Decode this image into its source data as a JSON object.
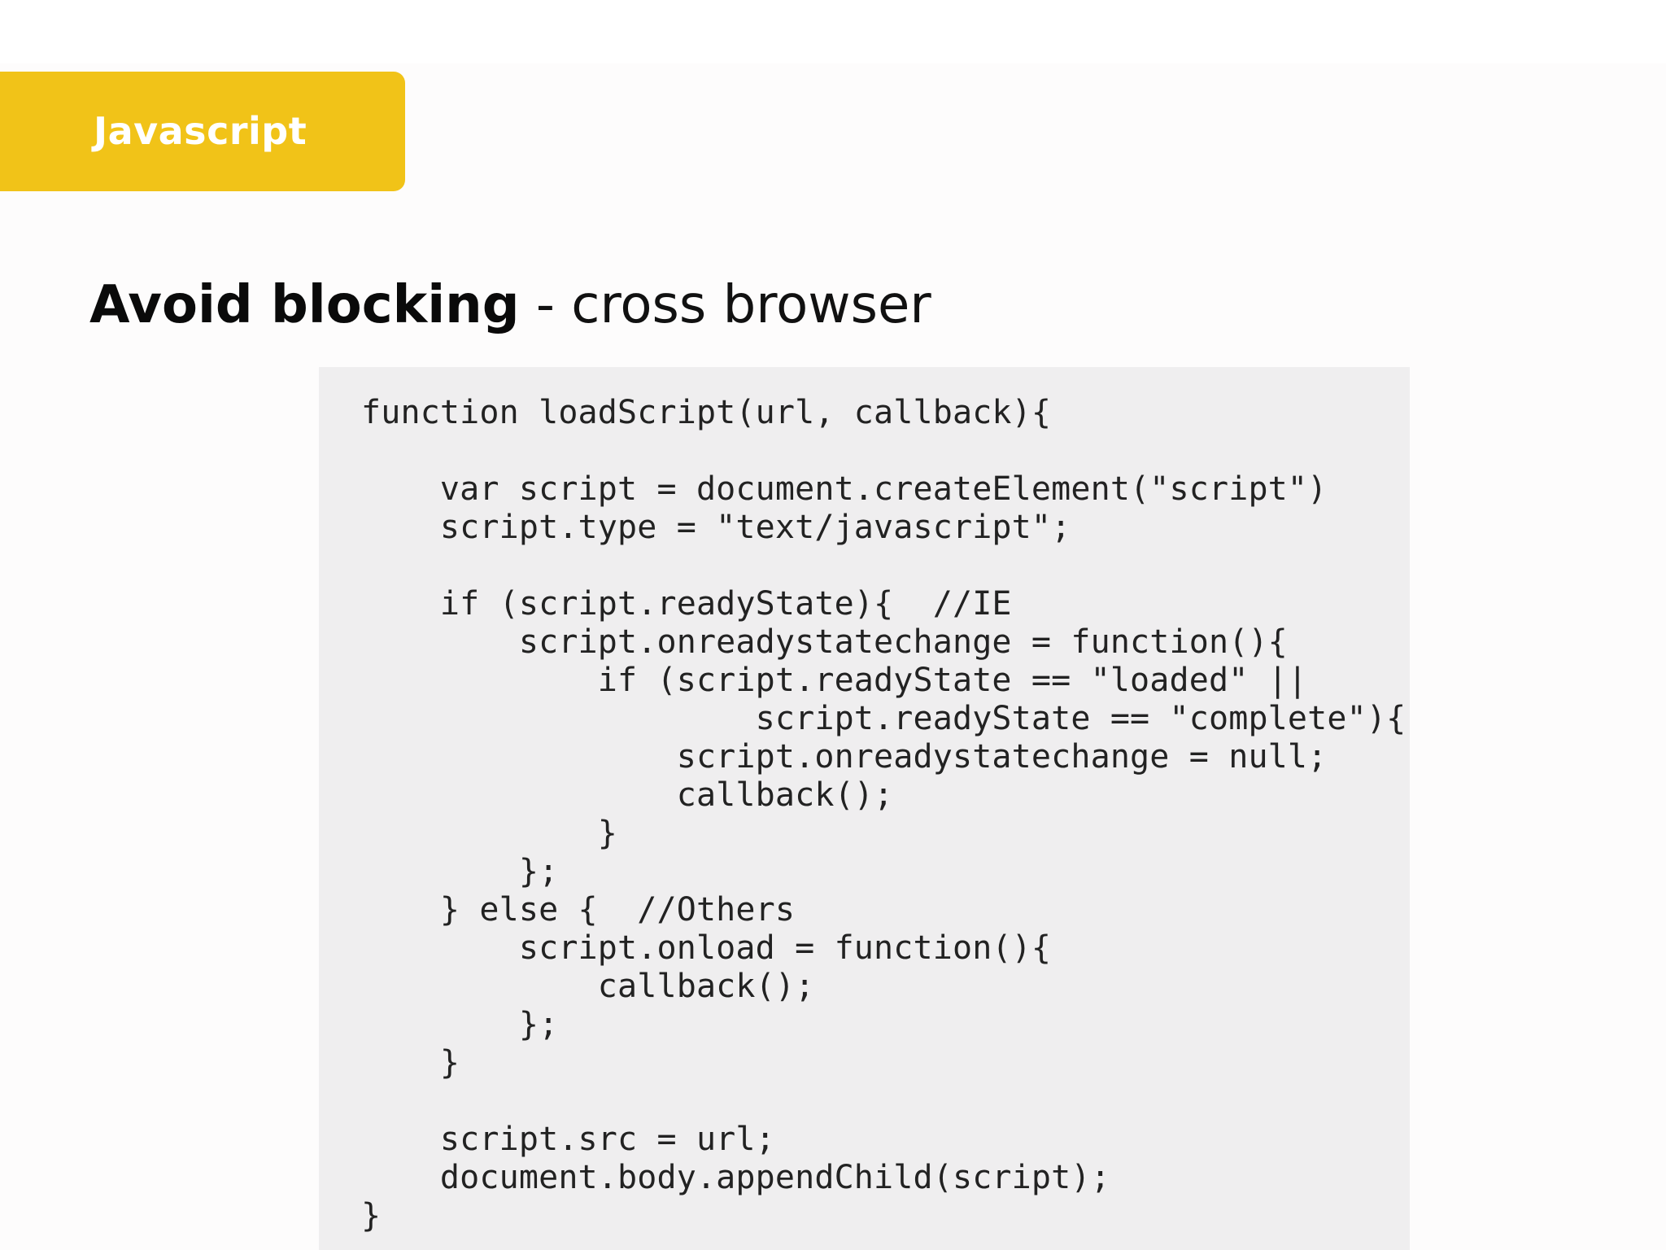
{
  "section_tab": {
    "label": "Javascript",
    "color": "#f1c318"
  },
  "title": {
    "bold": "Avoid blocking",
    "rest": " - cross browser"
  },
  "code": {
    "lines": [
      "function loadScript(url, callback){",
      "",
      "    var script = document.createElement(\"script\")",
      "    script.type = \"text/javascript\";",
      "",
      "    if (script.readyState){  //IE",
      "        script.onreadystatechange = function(){",
      "            if (script.readyState == \"loaded\" ||",
      "                    script.readyState == \"complete\"){",
      "                script.onreadystatechange = null;",
      "                callback();",
      "            }",
      "        };",
      "    } else {  //Others",
      "        script.onload = function(){",
      "            callback();",
      "        };",
      "    }",
      "",
      "    script.src = url;",
      "    document.body.appendChild(script);",
      "}"
    ]
  }
}
